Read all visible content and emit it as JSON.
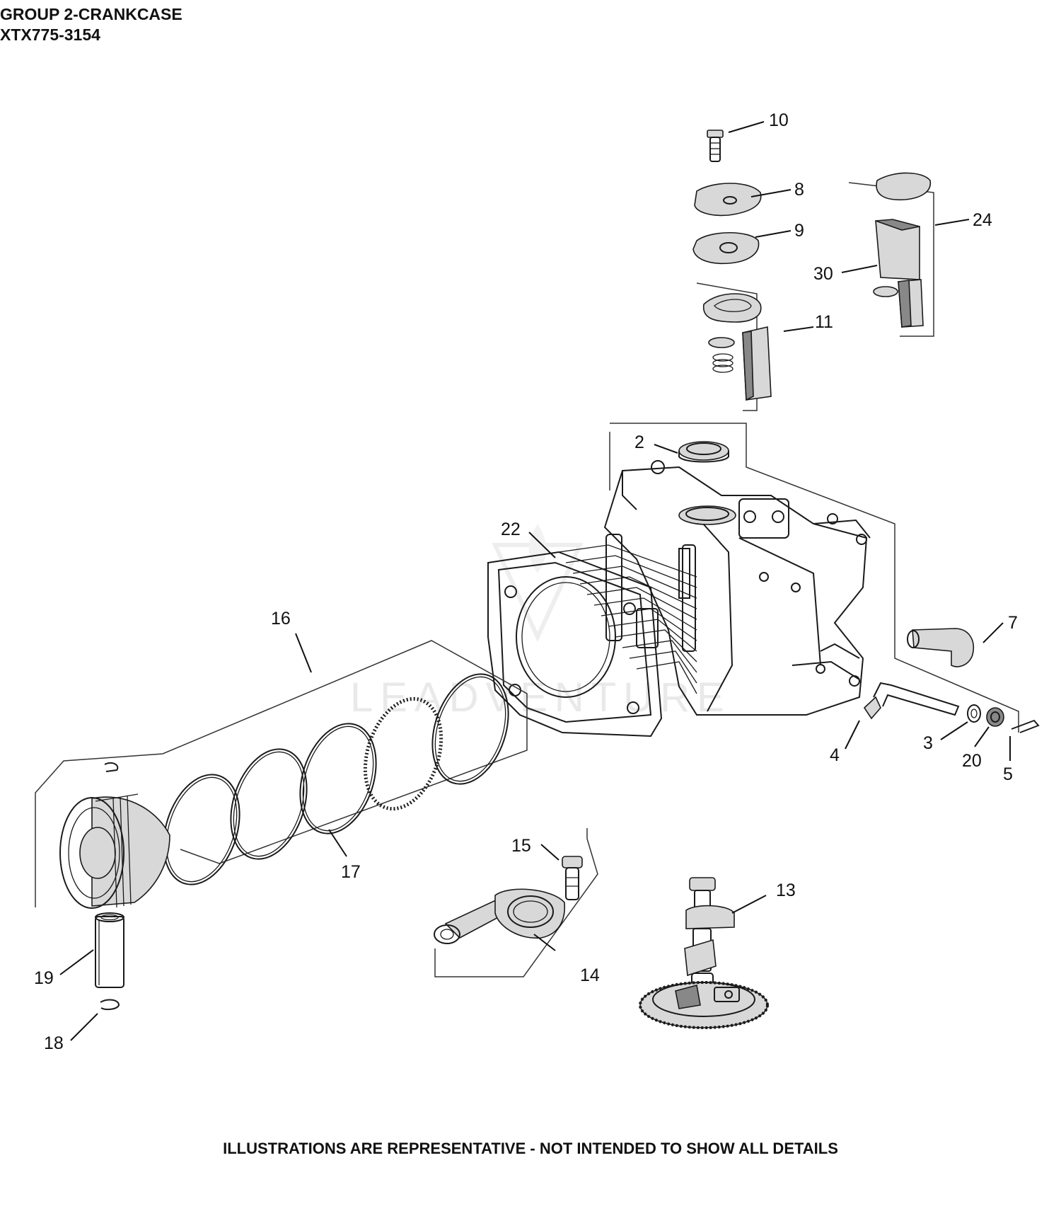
{
  "header": {
    "line1": "GROUP 2-CRANKCASE",
    "line2": "XTX775-3154"
  },
  "watermark": "LEADVENTURE",
  "callouts": [
    "10",
    "8",
    "9",
    "24",
    "30",
    "11",
    "2",
    "22",
    "7",
    "3",
    "20",
    "5",
    "4",
    "16",
    "17",
    "15",
    "13",
    "14",
    "19",
    "18"
  ],
  "footer": "ILLUSTRATIONS ARE REPRESENTATIVE - NOT INTENDED TO SHOW ALL DETAILS"
}
